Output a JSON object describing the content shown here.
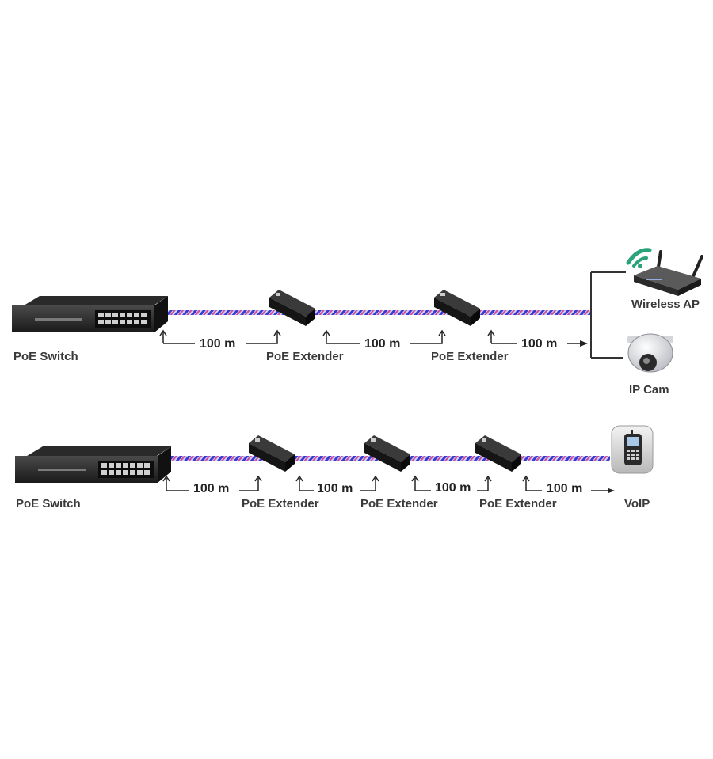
{
  "diagram": {
    "row1": {
      "switch_label": "PoE Switch",
      "extender_labels": [
        "PoE Extender",
        "PoE Extender"
      ],
      "distances": [
        "100 m",
        "100 m",
        "100 m"
      ],
      "endpoints": [
        "Wireless AP",
        "IP Cam"
      ]
    },
    "row2": {
      "switch_label": "PoE Switch",
      "extender_labels": [
        "PoE Extender",
        "PoE Extender",
        "PoE Extender"
      ],
      "distances": [
        "100 m",
        "100 m",
        "100 m",
        "100 m"
      ],
      "endpoint": "VoIP"
    },
    "icons": {
      "switch": "poe-switch-icon",
      "extender": "poe-extender-icon",
      "access_point": "wireless-ap-icon",
      "camera": "ip-camera-icon",
      "phone": "voip-phone-icon"
    },
    "colors": {
      "cable_a": "#3a3ad0",
      "cable_b": "#d04a9a",
      "device_dark": "#1e1e1e",
      "wifi_green": "#2aa37a"
    }
  }
}
